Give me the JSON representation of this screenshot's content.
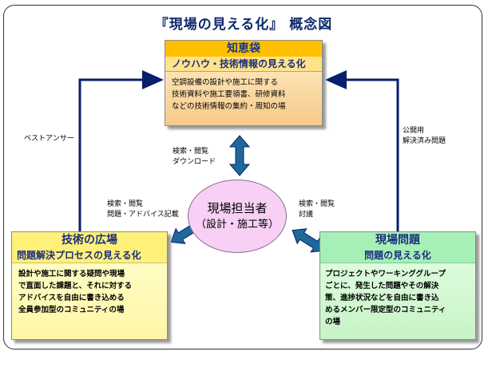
{
  "title": "『現場の見える化』 概念図",
  "chiebukuro": {
    "head": "知恵袋",
    "sub": "ノウハウ・技術情報の見える化",
    "body": [
      "空調設備の設計や施工に関する",
      "技術資料や施工要領書、研修資料",
      "などの技術情報の集約・周知の場"
    ]
  },
  "gijutsu": {
    "head": "技術の広場",
    "sub": "問題解決プロセスの見える化",
    "body": [
      "設計や施工に関する疑問や現場",
      "で直面した課題と、それに対する",
      "アドバイスを自由に書き込める",
      "全員参加型のコミュニティの場"
    ]
  },
  "genba": {
    "head": "現場問題",
    "sub": "問題の見える化",
    "body": [
      "プロジェクトやワーキンググループ",
      "ごとに、発生した問題やその解決",
      "策、進捗状況などを自由に書き込",
      "めるメンバー限定型のコミュニティ",
      "の場"
    ]
  },
  "center": {
    "line1": "現場担当者",
    "line2": "（設計・施工等）"
  },
  "labels": {
    "best_answer": "ベストアンサー",
    "public": [
      "公開用",
      "解決済み問題"
    ],
    "search_download": [
      "検索・閲覧",
      "ダウンロード"
    ],
    "search_advice": [
      "検索・閲覧",
      "問題・アドバイス記載"
    ],
    "search_discuss": [
      "検索・閲覧",
      "討議"
    ]
  },
  "colors": {
    "title": "#0f2a6b",
    "arrow_dark": "#0a1e6e",
    "arrow_fill": "#1d6a9a",
    "chie_head": "#ffc000",
    "gijutsu_bg": "#fff6a6",
    "genba_bg": "#c7f4c7",
    "center_bg": "#f8d0f5"
  }
}
